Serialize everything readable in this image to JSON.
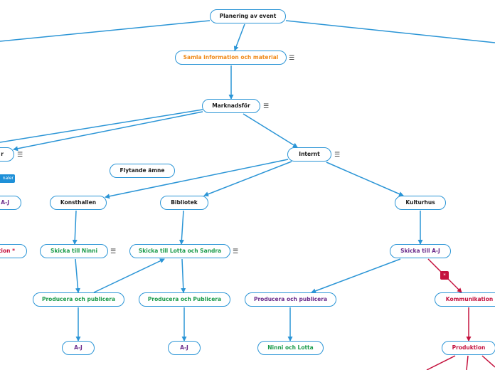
{
  "nodes": {
    "root": "Planering av event",
    "samla": "Samla information och material",
    "marknadsfor": "Marknadsför",
    "left_partial": "r",
    "internt": "Internt",
    "flytande": "Flytande ämne",
    "konsthallen": "Konsthallen",
    "bibliotek": "Bibliotek",
    "kulturhus": "Kulturhus",
    "left_aj": "A-J",
    "left_red": "tion *",
    "skicka_ninni": "Skicka till Ninni",
    "skicka_lotta": "Skicka till Lotta och Sandra",
    "skicka_aj": "Skicka till A-J",
    "producera_1": "Producera och publicera",
    "producera_2": "Producera och Publicera",
    "producera_3": "Producera och publicera",
    "kommunikation": "Kommunikation",
    "aj_1": "A-J",
    "aj_2": "A-J",
    "ninni_lotta": "Ninni och Lotta",
    "produktion": "Produktion"
  },
  "tag_label": "naler",
  "badge_label": "*",
  "menu_icon": "☰",
  "colors": {
    "connector_blue": "#2b95d6",
    "connector_red": "#c4123e",
    "text_orange": "#f08a1a",
    "text_green": "#1a9b4a",
    "text_purple": "#6a2a8a",
    "text_red": "#c4123e"
  }
}
